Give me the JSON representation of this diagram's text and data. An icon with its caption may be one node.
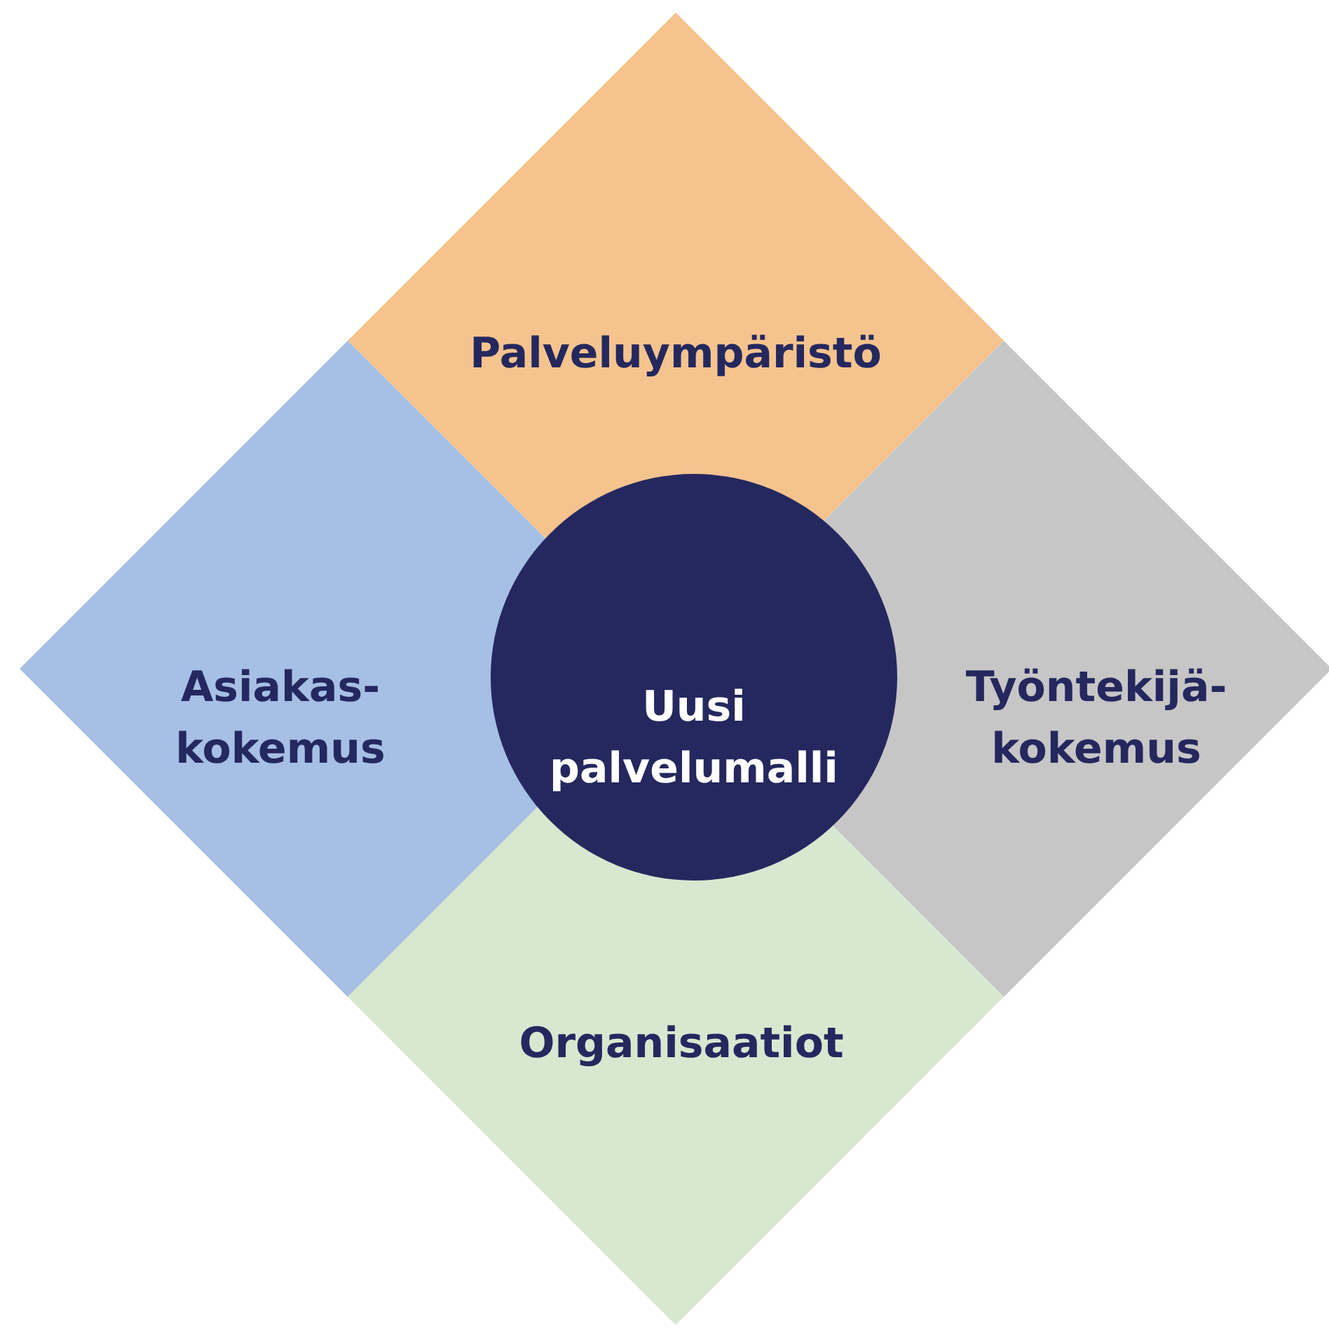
{
  "diagram": {
    "nodes": [
      {
        "text": [
          "Palveluympäristö"
        ]
      },
      {
        "text": [
          "Asiakas- kokemus"
        ]
      },
      {
        "text": [
          "Uusi palvelumalli"
        ]
      },
      {
        "text": [
          "Työntekijä- kokemus"
        ]
      },
      {
        "text": [
          "Organisaatiot"
        ]
      }
    ]
  }
}
